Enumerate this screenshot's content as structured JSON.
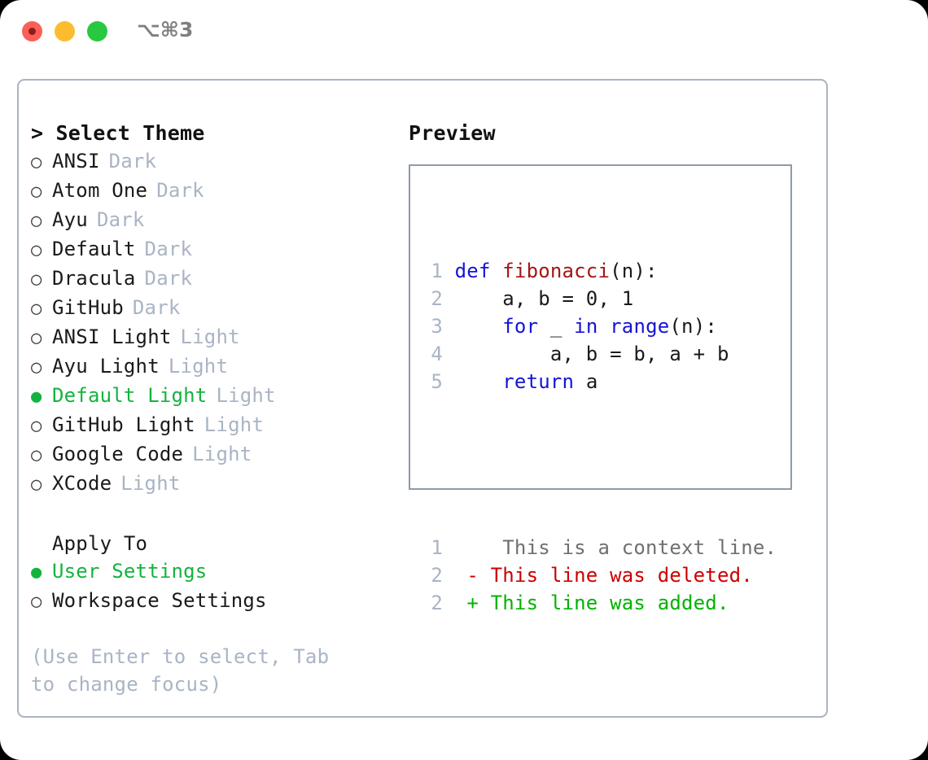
{
  "window": {
    "shortcut": "⌥⌘3",
    "traffic_lights": [
      "close",
      "minimize",
      "maximize"
    ]
  },
  "theme_picker": {
    "header": "> Select Theme",
    "marker_selected": "●",
    "marker_unselected": "○",
    "items": [
      {
        "name": "ANSI",
        "tag": "Dark",
        "selected": false
      },
      {
        "name": "Atom One",
        "tag": "Dark",
        "selected": false
      },
      {
        "name": "Ayu",
        "tag": "Dark",
        "selected": false
      },
      {
        "name": "Default",
        "tag": "Dark",
        "selected": false
      },
      {
        "name": "Dracula",
        "tag": "Dark",
        "selected": false
      },
      {
        "name": "GitHub",
        "tag": "Dark",
        "selected": false
      },
      {
        "name": "ANSI Light",
        "tag": "Light",
        "selected": false
      },
      {
        "name": "Ayu Light",
        "tag": "Light",
        "selected": false
      },
      {
        "name": "Default Light",
        "tag": "Light",
        "selected": true
      },
      {
        "name": "GitHub Light",
        "tag": "Light",
        "selected": false
      },
      {
        "name": "Google Code",
        "tag": "Light",
        "selected": false
      },
      {
        "name": "XCode",
        "tag": "Light",
        "selected": false
      }
    ]
  },
  "apply_to": {
    "header": "Apply To",
    "options": [
      {
        "label": "User Settings",
        "selected": true
      },
      {
        "label": "Workspace Settings",
        "selected": false
      }
    ]
  },
  "hint": "(Use Enter to select, Tab to change focus)",
  "preview": {
    "title": "Preview",
    "code_lines": [
      {
        "number": "1",
        "tokens": [
          {
            "text": "def ",
            "type": "kw"
          },
          {
            "text": "fibonacci",
            "type": "fn"
          },
          {
            "text": "(n):",
            "type": "plain"
          }
        ]
      },
      {
        "number": "2",
        "tokens": [
          {
            "text": "    a, b = 0, 1",
            "type": "plain"
          }
        ]
      },
      {
        "number": "3",
        "tokens": [
          {
            "text": "    ",
            "type": "plain"
          },
          {
            "text": "for",
            "type": "kw"
          },
          {
            "text": " _ ",
            "type": "plain"
          },
          {
            "text": "in",
            "type": "kw"
          },
          {
            "text": " ",
            "type": "plain"
          },
          {
            "text": "range",
            "type": "kw"
          },
          {
            "text": "(n):",
            "type": "plain"
          }
        ]
      },
      {
        "number": "4",
        "tokens": [
          {
            "text": "        a, b = b, a + b",
            "type": "plain"
          }
        ]
      },
      {
        "number": "5",
        "tokens": [
          {
            "text": "    ",
            "type": "plain"
          },
          {
            "text": "return",
            "type": "kw"
          },
          {
            "text": " a",
            "type": "plain"
          }
        ]
      }
    ],
    "diff_lines": [
      {
        "number": "1",
        "marker": " ",
        "text": "  This is a context line.",
        "type": "ctx"
      },
      {
        "number": "2",
        "marker": "-",
        "text": " This line was deleted.",
        "type": "del"
      },
      {
        "number": "2",
        "marker": "+",
        "text": " This line was added.",
        "type": "add"
      }
    ]
  },
  "colors": {
    "accent_green": "#14b33f",
    "muted": "#a9b4c4",
    "keyword": "#1414d6",
    "function": "#a31515",
    "diff_delete": "#cc0000",
    "diff_add": "#00b300",
    "border": "#aab4c2",
    "preview_border": "#8e9bab"
  }
}
